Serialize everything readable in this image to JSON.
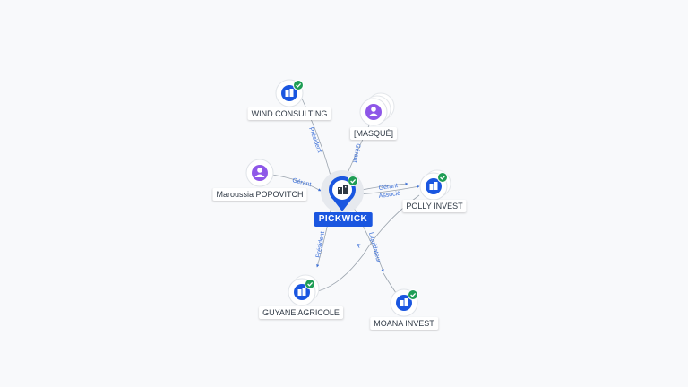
{
  "center": {
    "label": "PICKWICK",
    "type": "company",
    "verified": true,
    "icon": "building-icon"
  },
  "nodes": [
    {
      "id": "wind",
      "label": "WIND CONSULTING",
      "type": "company",
      "verified": true,
      "icon": "building-icon"
    },
    {
      "id": "masque",
      "label": "[MASQUÉ]",
      "type": "person",
      "verified": false,
      "icon": "person-icon"
    },
    {
      "id": "marou",
      "label": "Maroussia POPOVITCH",
      "type": "person",
      "verified": false,
      "icon": "person-icon"
    },
    {
      "id": "polly",
      "label": "POLLY INVEST",
      "type": "company",
      "verified": true,
      "icon": "building-icon"
    },
    {
      "id": "guyane",
      "label": "GUYANE AGRICOLE",
      "type": "company",
      "verified": true,
      "icon": "building-icon"
    },
    {
      "id": "moana",
      "label": "MOANA INVEST",
      "type": "company",
      "verified": true,
      "icon": "building-icon"
    }
  ],
  "edges": [
    {
      "from": "wind",
      "to": "center",
      "label": "Président"
    },
    {
      "from": "masque",
      "to": "center",
      "label": "Gérant"
    },
    {
      "from": "marou",
      "to": "center",
      "label": "Gérant"
    },
    {
      "from": "center",
      "to": "polly",
      "label": "Gérant"
    },
    {
      "from": "center",
      "to": "polly",
      "label": "Associé"
    },
    {
      "from": "center",
      "to": "guyane",
      "label": "Président"
    },
    {
      "from": "center",
      "to": "moana",
      "label": "Liquidateur"
    },
    {
      "from": "polly",
      "to": "guyane",
      "label": "A"
    }
  ],
  "colors": {
    "company": "#1a56e0",
    "person": "#8e57e8",
    "verified": "#1f9d55",
    "edge_label": "#3b6fd8"
  }
}
